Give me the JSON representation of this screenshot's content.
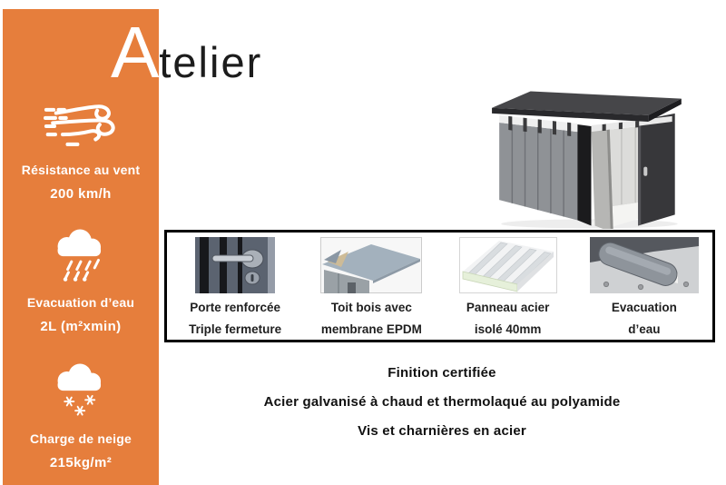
{
  "title": {
    "initial": "A",
    "rest": "telier",
    "full": "Atelier"
  },
  "colors": {
    "accent_orange": "#E67E3C",
    "box_border": "#000000"
  },
  "sidebar": {
    "items": [
      {
        "icon": "wind-icon",
        "label": "Résistance au vent",
        "value": "200 km/h"
      },
      {
        "icon": "rain-cloud-icon",
        "label": "Evacuation d’eau",
        "value": "2L (m²xmin)"
      },
      {
        "icon": "snow-cloud-icon",
        "label": "Charge de neige",
        "value": "215kg/m²"
      }
    ]
  },
  "hero": {
    "image": "metal-shed-3d-render"
  },
  "features": {
    "items": [
      {
        "image": "reinforced-door-photo",
        "line1": "Porte renforcée",
        "line2": "Triple fermeture"
      },
      {
        "image": "epdm-roof-photo",
        "line1": "Toit bois avec",
        "line2": "membrane EPDM"
      },
      {
        "image": "insulated-steel-panel-photo",
        "line1": "Panneau acier",
        "line2": "isolé 40mm"
      },
      {
        "image": "water-evacuation-photo",
        "line1": "Evacuation",
        "line2": "d’eau"
      }
    ]
  },
  "footer": {
    "lines": [
      "Finition certifiée",
      "Acier galvanisé à chaud et thermolaqué au polyamide",
      "Vis et charnières en acier"
    ]
  }
}
